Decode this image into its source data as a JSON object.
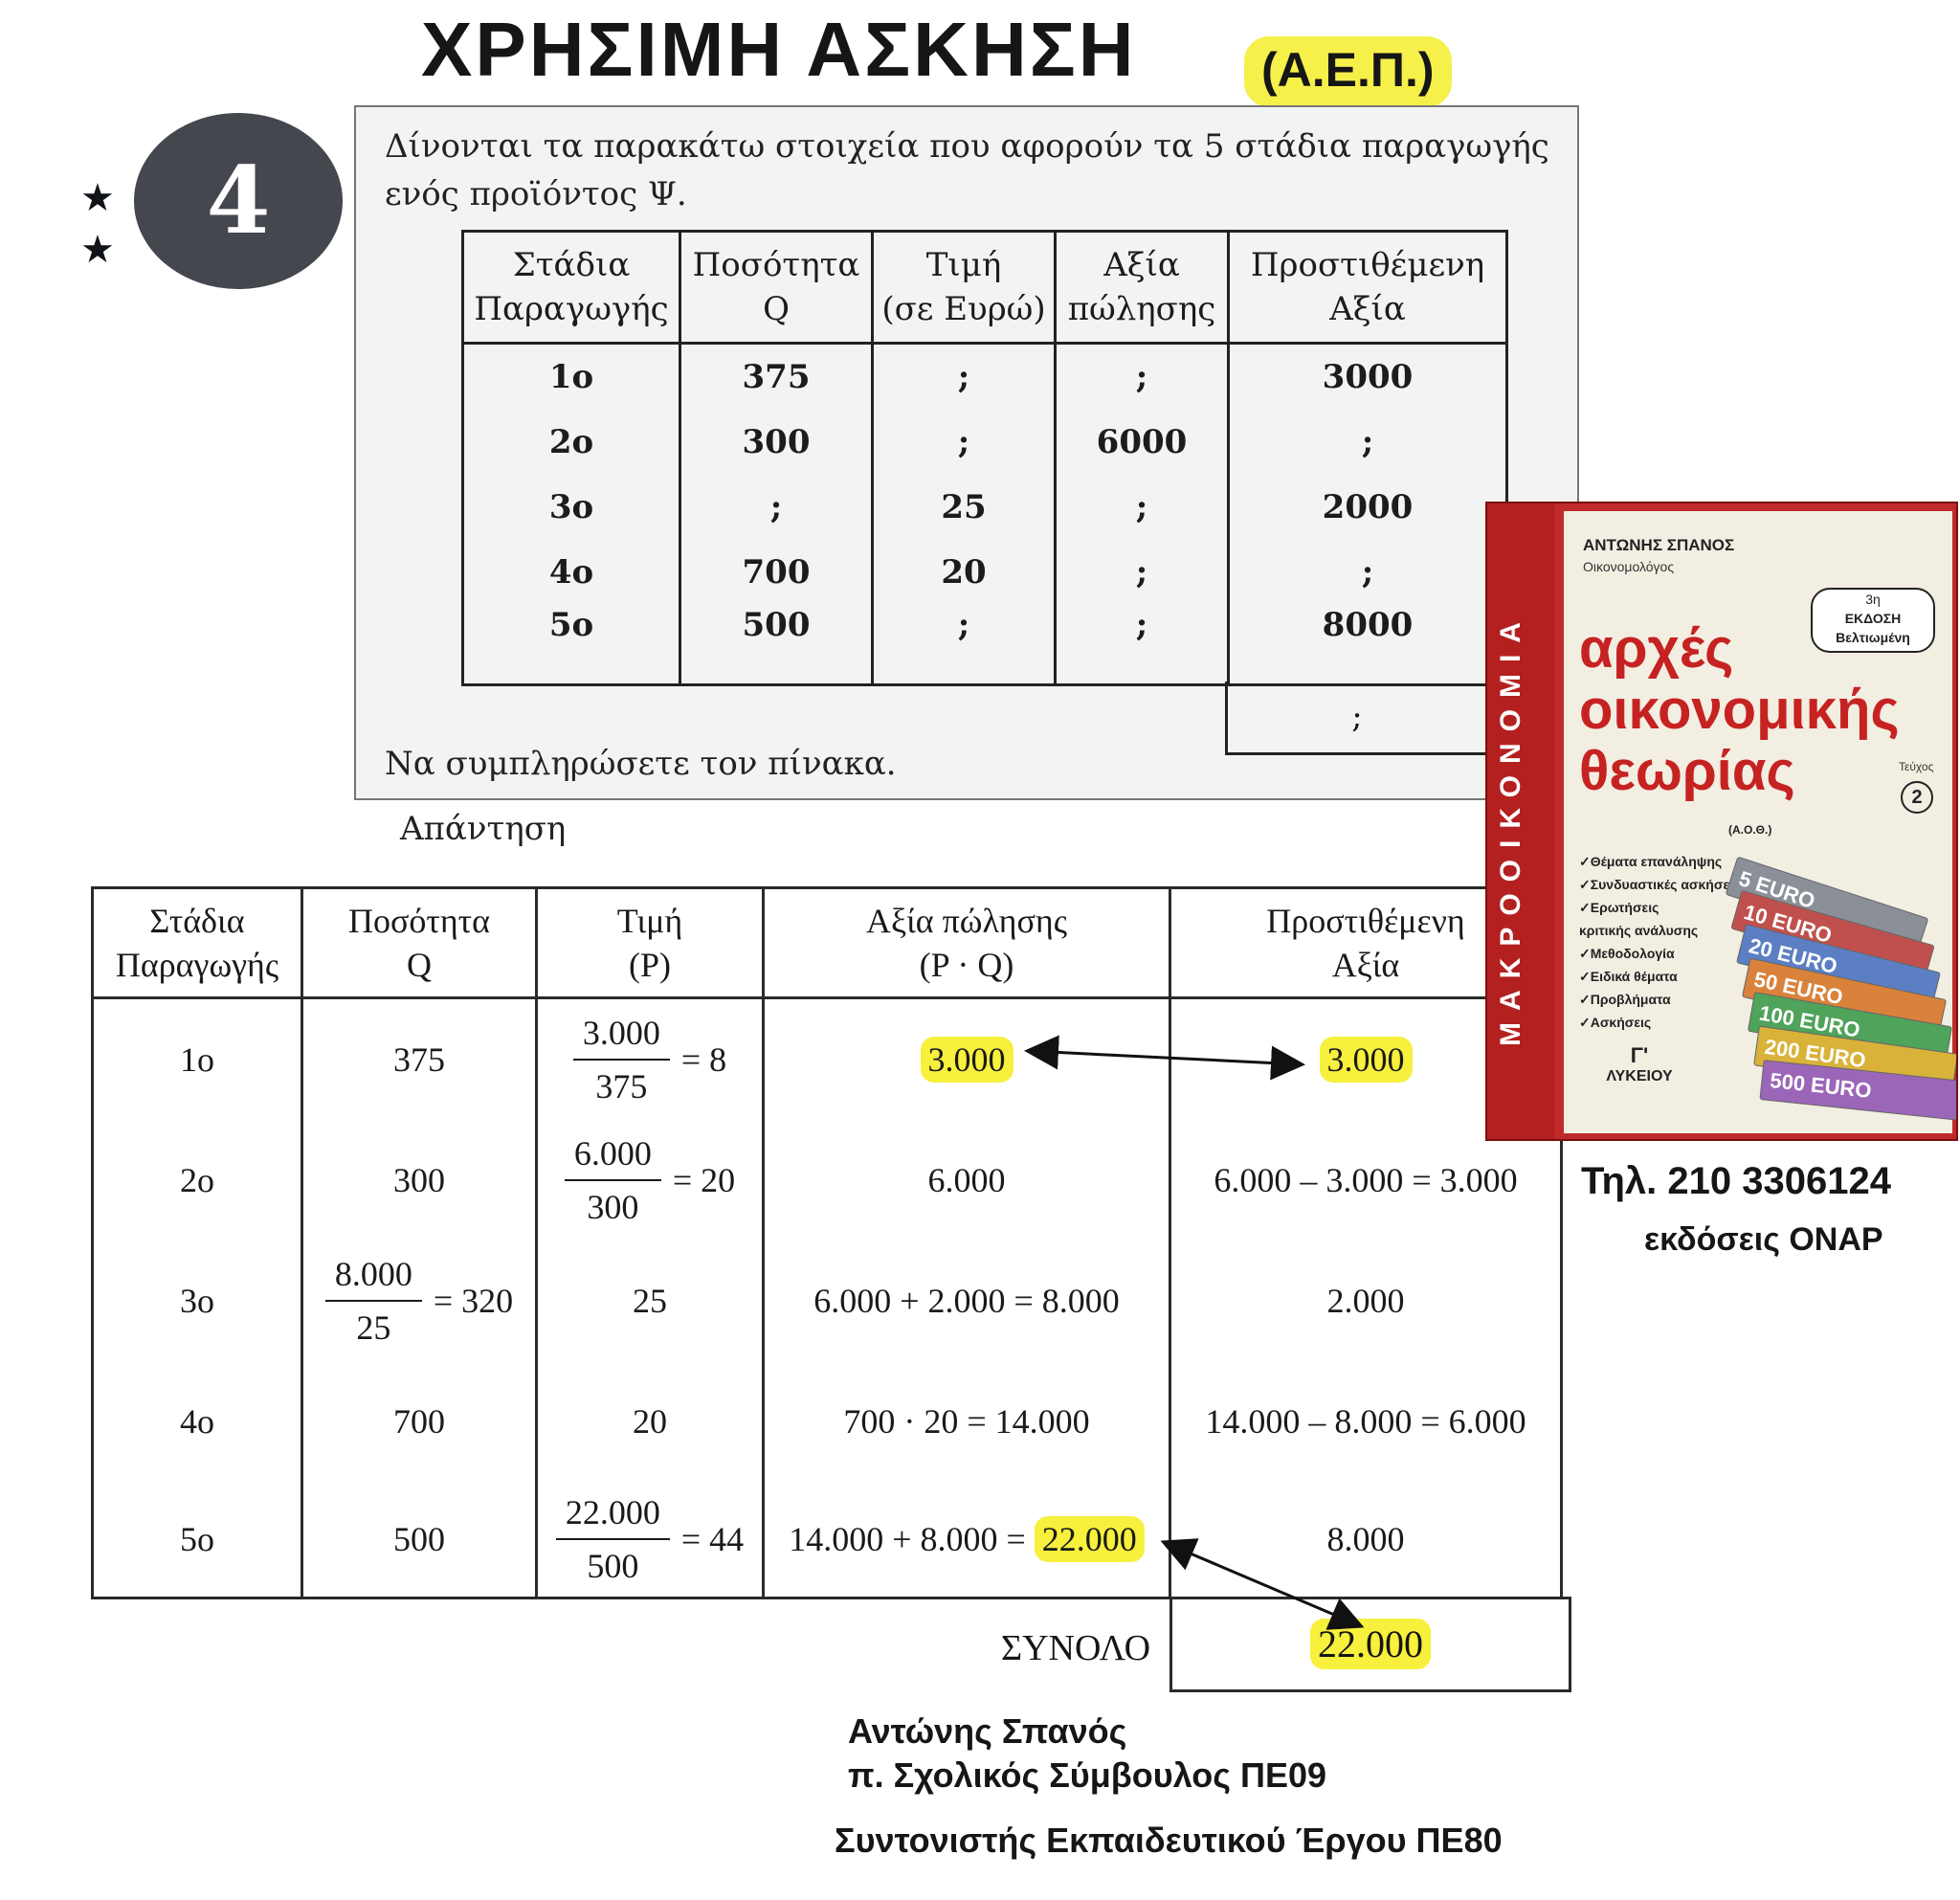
{
  "header": {
    "title": "ΧΡΗΣΙΜΗ   ΑΣΚΗΣΗ",
    "badge": "(Α.Ε.Π.)",
    "exercise_number": "4",
    "stars": [
      "★",
      "★"
    ]
  },
  "problem": {
    "text": "Δίνονται τα παρακάτω στοιχεία που αφορούν τα 5 στάδια παραγωγής ενός προϊόντος Ψ.",
    "columns": [
      [
        "Στάδια",
        "Παραγωγής"
      ],
      [
        "Ποσότητα",
        "Q"
      ],
      [
        "Τιμή",
        "(σε Ευρώ)"
      ],
      [
        "Αξία",
        "πώλησης"
      ],
      [
        "Προστιθέμενη",
        "Αξία"
      ]
    ],
    "rows": [
      [
        "1ο",
        "375",
        ";",
        ";",
        "3000"
      ],
      [
        "2ο",
        "300",
        ";",
        "6000",
        ";"
      ],
      [
        "3ο",
        ";",
        "25",
        ";",
        "2000"
      ],
      [
        "4ο",
        "700",
        "20",
        ";",
        ";"
      ],
      [
        "5ο",
        "500",
        ";",
        ";",
        "8000"
      ]
    ],
    "total_cell": ";",
    "instruction": "Να συμπληρώσετε τον πίνακα."
  },
  "answer": {
    "label": "Απάντηση",
    "columns": [
      [
        "Στάδια",
        "Παραγωγής"
      ],
      [
        "Ποσότητα",
        "Q"
      ],
      [
        "Τιμή",
        "(P)"
      ],
      [
        "Αξία πώλησης",
        "(P · Q)"
      ],
      [
        "Προστιθέμενη",
        "Αξία"
      ]
    ],
    "rows": [
      {
        "stage": "1ο",
        "q": {
          "plain": "375"
        },
        "p": {
          "num": "3.000",
          "den": "375",
          "res": "= 8"
        },
        "sales": {
          "plain": "3.000",
          "highlight": true
        },
        "added": {
          "plain": "3.000",
          "highlight": true
        }
      },
      {
        "stage": "2ο",
        "q": {
          "plain": "300"
        },
        "p": {
          "num": "6.000",
          "den": "300",
          "res": "= 20"
        },
        "sales": {
          "plain": "6.000"
        },
        "added": {
          "plain": "6.000  –  3.000  =  3.000"
        }
      },
      {
        "stage": "3ο",
        "q": {
          "num": "8.000",
          "den": "25",
          "res": "= 320"
        },
        "p": {
          "plain": "25"
        },
        "sales": {
          "plain": "6.000 + 2.000  =  8.000"
        },
        "added": {
          "plain": "2.000"
        }
      },
      {
        "stage": "4ο",
        "q": {
          "plain": "700"
        },
        "p": {
          "plain": "20"
        },
        "sales": {
          "plain": "700 · 20  =  14.000"
        },
        "added": {
          "plain": "14.000  –  8.000  =  6.000"
        }
      },
      {
        "stage": "5ο",
        "q": {
          "plain": "500"
        },
        "p": {
          "num": "22.000",
          "den": "500",
          "res": "= 44"
        },
        "sales": {
          "prefix": "14.000 + 8.000  = ",
          "hl": "22.000"
        },
        "added": {
          "plain": "8.000"
        }
      }
    ],
    "total_label": "ΣΥΝΟΛΟ",
    "total_value": "22.000"
  },
  "book": {
    "spine": "ΜΑΚΡΟΟΙΚΟΝΟΜΙΑ",
    "author": "ΑΝΤΩΝΗΣ ΣΠΑΝΟΣ",
    "role": "Οικονομολόγος",
    "edition": [
      "3η",
      "ΕΚΔΟΣΗ",
      "Βελτιωμένη"
    ],
    "title_lines": [
      "αρχές",
      "οικονομικής",
      "θεωρίας"
    ],
    "volume_label": "Τεύχος",
    "volume": "2",
    "abbrev": "(Α.Ο.Θ.)",
    "bullets": [
      "✓Θέματα επανάληψης",
      "✓Συνδυαστικές ασκήσεις",
      "✓Ερωτήσεις",
      "  κριτικής ανάλυσης",
      "✓Μεθοδολογία",
      "✓Ειδικά θέματα",
      "✓Προβλήματα",
      "✓Ασκήσεις"
    ],
    "grade": [
      "Γ'",
      "ΛΥΚΕΙΟΥ"
    ],
    "notes": [
      "5 EURO",
      "10 EURO",
      "20 EURO",
      "50 EURO",
      "100 EURO",
      "200 EURO",
      "500 EURO"
    ]
  },
  "contact": {
    "phone": "Τηλ. 210 3306124",
    "publisher": "εκδόσεις ΟΝΑΡ"
  },
  "signature": {
    "name": "Αντώνης  Σπανός",
    "line2": "π. Σχολικός Σύμβουλος ΠΕ09",
    "line3": "Συντονιστής Εκπαιδευτικού Έργου  ΠΕ80"
  },
  "colors": {
    "highlight": "#f7f03c",
    "circle": "#44474d",
    "book_red": "#c12a2a"
  }
}
